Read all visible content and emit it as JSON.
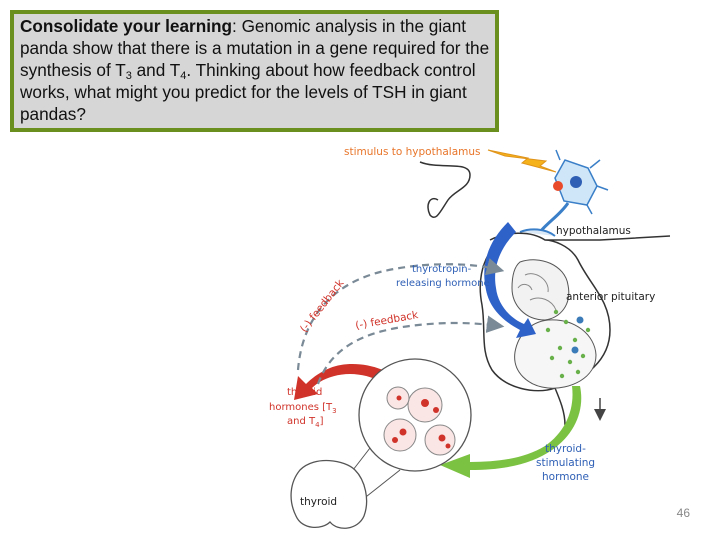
{
  "question": {
    "heading": "Consolidate your learning",
    "seg1": ": Genomic analysis in the giant panda show that there is a mutation in a gene required for the synthesis of T",
    "sub1": "3",
    "seg2": " and T",
    "sub2": "4",
    "seg3": ".  Thinking about how feedback control works, what might you predict for the levels of TSH in giant pandas?"
  },
  "diagram": {
    "stimulus": "stimulus to hypothalamus",
    "hypothalamus": "hypothalamus",
    "trh_line1": "thyrotropin-",
    "trh_line2": "releasing hormone",
    "anterior_pituitary": "anterior pituitary",
    "outer_feedback": "(-) feedback",
    "inner_feedback": "(-) feedback",
    "thyroid_hormones_line1": "thyroid",
    "thyroid_hormones_line2": "hormones [T",
    "th_sub1": "3",
    "thyroid_hormones_line3": "and T",
    "th_sub2": "4",
    "th_close": "]",
    "tsh_line1": "thyroid-",
    "tsh_line2": "stimulating",
    "tsh_line3": "hormone",
    "thyroid": "thyroid",
    "colors": {
      "label_orange": "#e8762b",
      "label_blue": "#2e5fb5",
      "arrow_blue": "#2f62c9",
      "arrow_red": "#d0332a",
      "arrow_green": "#7cc242",
      "feedback_dash": "#7a8a96",
      "box_border": "#6a8f1f",
      "box_fill": "#d6d6d6"
    }
  },
  "page_number": "46"
}
